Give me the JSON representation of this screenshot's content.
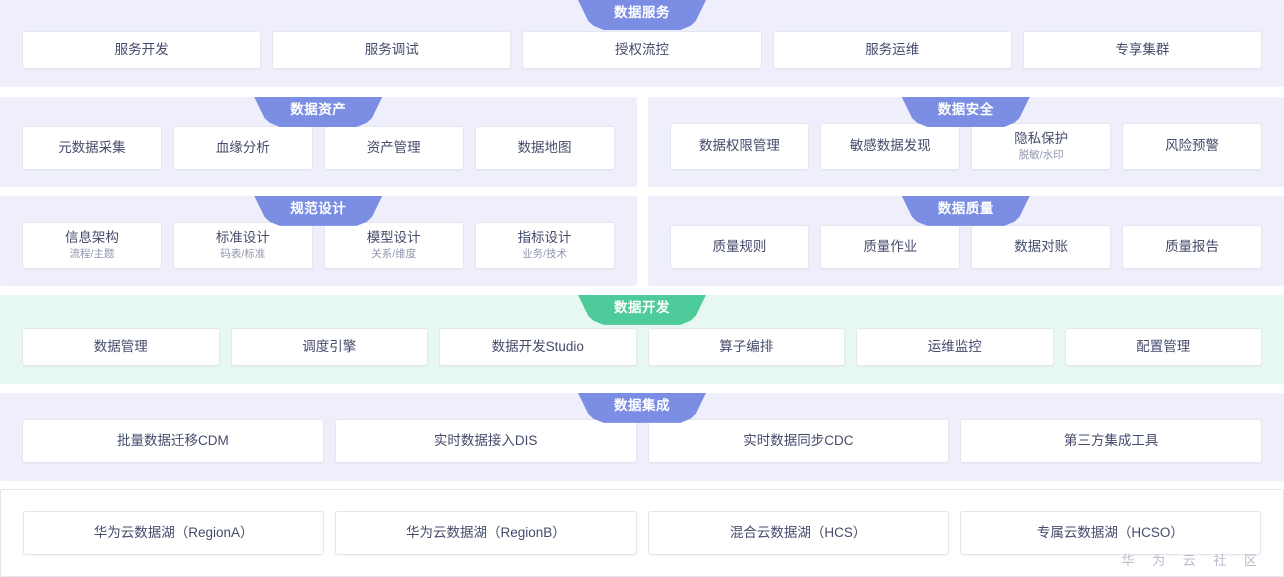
{
  "theme": {
    "purple_accent": "#7b8ee3",
    "green_accent": "#4ecb9b",
    "purple_panel_bg": "#eeeffb",
    "green_panel_bg": "#e7f7f1",
    "card_bg": "#ffffff",
    "card_border": "#e4e6f0",
    "card_text": "#454b6b",
    "card_subtext": "#9296af",
    "watermark_color": "#b8bcc9"
  },
  "sections": {
    "data_service": {
      "ribbon": "数据服务",
      "cards": [
        {
          "title": "服务开发"
        },
        {
          "title": "服务调试"
        },
        {
          "title": "授权流控"
        },
        {
          "title": "服务运维"
        },
        {
          "title": "专享集群"
        }
      ]
    },
    "data_asset": {
      "ribbon": "数据资产",
      "cards": [
        {
          "title": "元数据采集"
        },
        {
          "title": "血缘分析"
        },
        {
          "title": "资产管理"
        },
        {
          "title": "数据地图"
        }
      ]
    },
    "data_security": {
      "ribbon": "数据安全",
      "cards": [
        {
          "title": "数据权限管理"
        },
        {
          "title": "敏感数据发现"
        },
        {
          "title": "隐私保护",
          "sub": "脱敏/水印"
        },
        {
          "title": "风险预警"
        }
      ]
    },
    "standard_design": {
      "ribbon": "规范设计",
      "cards": [
        {
          "title": "信息架构",
          "sub": "流程/主题"
        },
        {
          "title": "标准设计",
          "sub": "码表/标准"
        },
        {
          "title": "模型设计",
          "sub": "关系/维度"
        },
        {
          "title": "指标设计",
          "sub": "业务/技术"
        }
      ]
    },
    "data_quality": {
      "ribbon": "数据质量",
      "cards": [
        {
          "title": "质量规则"
        },
        {
          "title": "质量作业"
        },
        {
          "title": "数据对账"
        },
        {
          "title": "质量报告"
        }
      ]
    },
    "data_development": {
      "ribbon": "数据开发",
      "cards": [
        {
          "title": "数据管理"
        },
        {
          "title": "调度引擎"
        },
        {
          "title": "数据开发Studio"
        },
        {
          "title": "算子编排"
        },
        {
          "title": "运维监控"
        },
        {
          "title": "配置管理"
        }
      ]
    },
    "data_integration": {
      "ribbon": "数据集成",
      "cards": [
        {
          "title": "批量数据迁移CDM"
        },
        {
          "title": "实时数据接入DIS"
        },
        {
          "title": "实时数据同步CDC"
        },
        {
          "title": "第三方集成工具"
        }
      ]
    },
    "data_lake": {
      "ribbon": "",
      "cards": [
        {
          "title": "华为云数据湖（RegionA）"
        },
        {
          "title": "华为云数据湖（RegionB）"
        },
        {
          "title": "混合云数据湖（HCS）"
        },
        {
          "title": "专属云数据湖（HCSO）"
        }
      ]
    }
  },
  "watermark": "华 为 云 社 区"
}
